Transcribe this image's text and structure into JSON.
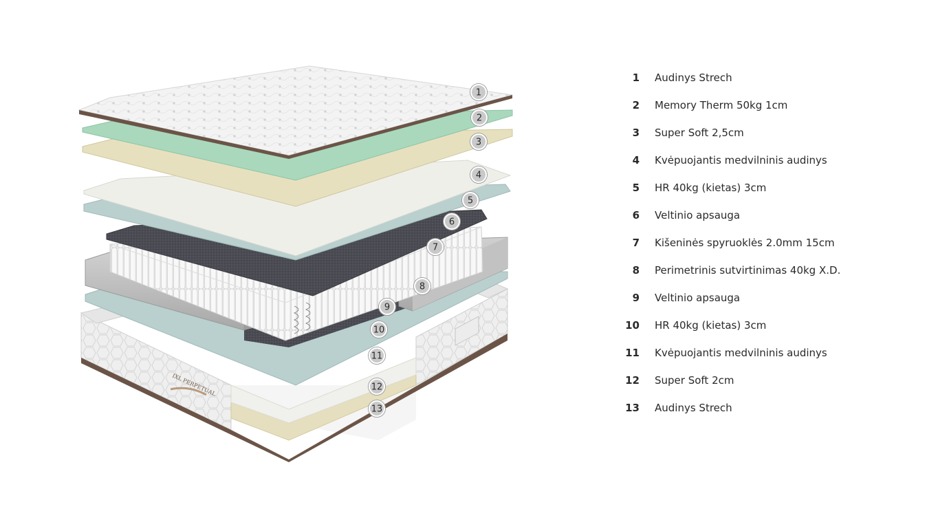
{
  "layers": [
    {
      "number": "1",
      "label": "Audinys Strech"
    },
    {
      "number": "2",
      "label": "Memory Therm 50kg 1cm"
    },
    {
      "number": "3",
      "label": "Super Soft 2,5cm"
    },
    {
      "number": "4",
      "label": "Kvėpuojantis medvilninis audinys"
    },
    {
      "number": "5",
      "label": "HR 40kg (kietas) 3cm"
    },
    {
      "number": "6",
      "label": "Veltinio apsauga"
    },
    {
      "number": "7",
      "label": "Kišeninės spyruoklės 2.0mm 15cm"
    },
    {
      "number": "8",
      "label": "Perimetrinis sutvirtinimas 40kg X.D."
    },
    {
      "number": "9",
      "label": "Veltinio apsauga"
    },
    {
      "number": "10",
      "label": "HR 40kg (kietas) 3cm"
    },
    {
      "number": "11",
      "label": "Kvėpuojantis medvilninis audinys"
    },
    {
      "number": "12",
      "label": "Super Soft 2cm"
    },
    {
      "number": "13",
      "label": "Audinys Strech"
    }
  ],
  "brand_mark": "IXL PERPETUAL",
  "colors": {
    "quilted_cover": "#f1f1f1",
    "memory_foam": "#a9d8bd",
    "super_soft": "#e8e2bf",
    "cotton_fabric": "#efefea",
    "hr_foam": "#b8cfcd",
    "felt": "#4b4b52",
    "springs": "#f4f4f4",
    "perimeter": "#b9b9b9",
    "callout": "#c9c9c9"
  }
}
